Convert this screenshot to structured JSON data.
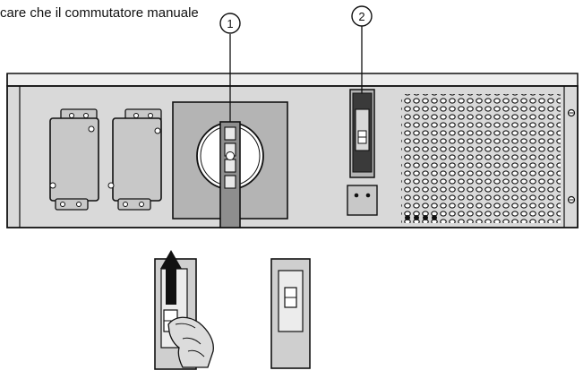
{
  "caption": "care che il commutatore manuale",
  "callouts": [
    {
      "number": "1",
      "target": "rotary-switch"
    },
    {
      "number": "2",
      "target": "manual-bypass-switch"
    }
  ],
  "colors": {
    "line": "#111111",
    "panel_gray": "#c8c8c8",
    "panel_light": "#e6e6e6",
    "plate_gray": "#b4b4b4",
    "switch_dark": "#3a3a3a"
  },
  "icons": [
    "arrow-up-icon",
    "hand-icon",
    "screw-icon"
  ]
}
